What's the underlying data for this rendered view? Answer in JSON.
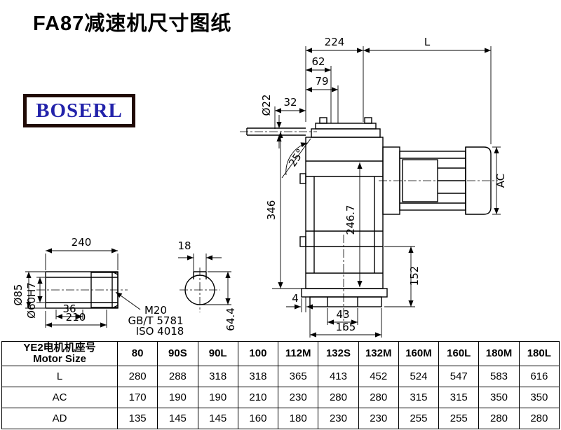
{
  "page": {
    "title": "FA87减速机尺寸图纸",
    "logo": "BOSERL"
  },
  "colors": {
    "logo_text": "#2222aa",
    "logo_border": "#200a06",
    "line": "#000000"
  },
  "drawing": {
    "labels": {
      "d224": "224",
      "L": "L",
      "d62": "62",
      "d79": "79",
      "d32": "32",
      "dia22": "Ø22",
      "ang25": "25°",
      "d346": "346",
      "d2467": "246.7",
      "AC": "AC",
      "d152": "152",
      "d4": "4",
      "d43": "43",
      "d165": "165",
      "d240": "240",
      "d18": "18",
      "dia85": "Ø85",
      "dia60": "Ø60H7",
      "d36": "36",
      "d210": "210",
      "d644": "64.4",
      "m20": "M20",
      "gbt": "GB/T 5781",
      "iso": "ISO 4018"
    }
  },
  "table": {
    "header_col_line1": "YE2电机机座号",
    "header_col_line2": "Motor Size",
    "columns": [
      "80",
      "90S",
      "90L",
      "100",
      "112M",
      "132S",
      "132M",
      "160M",
      "160L",
      "180M",
      "180L"
    ],
    "rows": [
      {
        "label": "L",
        "values": [
          "280",
          "288",
          "318",
          "318",
          "365",
          "413",
          "452",
          "524",
          "547",
          "583",
          "616"
        ]
      },
      {
        "label": "AC",
        "values": [
          "170",
          "190",
          "190",
          "210",
          "230",
          "280",
          "280",
          "315",
          "315",
          "350",
          "350"
        ]
      },
      {
        "label": "AD",
        "values": [
          "135",
          "145",
          "145",
          "160",
          "180",
          "230",
          "230",
          "255",
          "255",
          "280",
          "280"
        ]
      }
    ]
  }
}
